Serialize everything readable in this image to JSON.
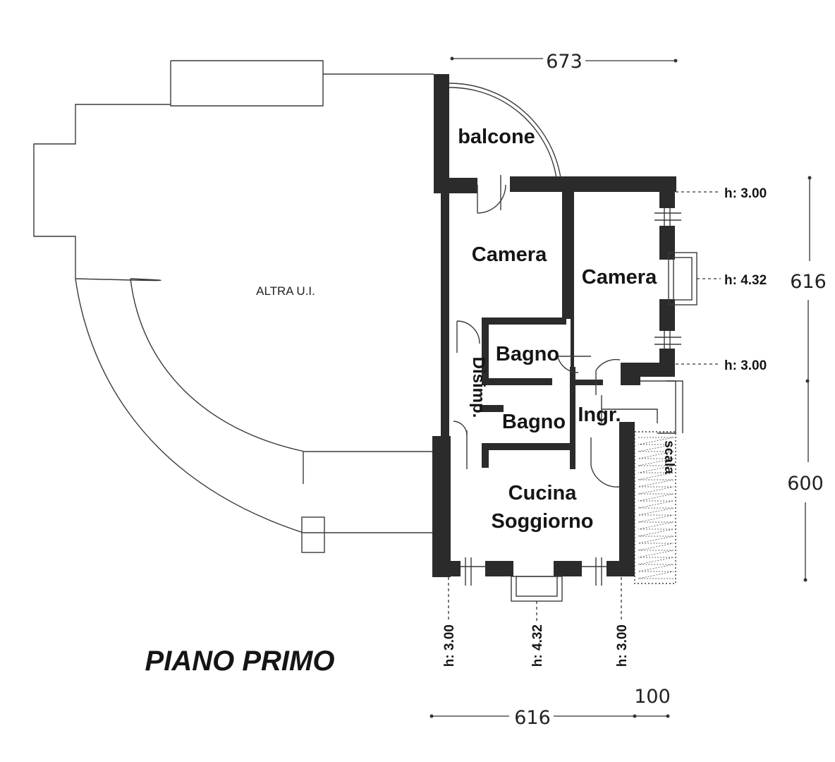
{
  "title": "PIANO PRIMO",
  "other_unit_label": "ALTRA U.I.",
  "rooms": {
    "balcony": "balcone",
    "bedroom_1": "Camera",
    "bedroom_2": "Camera",
    "bathroom_1": "Bagno",
    "bathroom_2": "Bagno",
    "hallway": "Disimp.",
    "entrance": "Ingr.",
    "kitchen_line1": "Cucina",
    "kitchen_line2": "Soggiorno",
    "stairs": "scala"
  },
  "dimensions": {
    "top_width": "673",
    "right_upper": "616",
    "right_lower": "600",
    "bottom_width": "616",
    "bottom_extra": "100"
  },
  "heights": {
    "right_top": "h: 3.00",
    "right_mid": "h: 4.32",
    "right_bottom": "h: 3.00",
    "bottom_left": "h: 3.00",
    "bottom_mid": "h: 4.32",
    "bottom_right": "h: 3.00"
  },
  "colors": {
    "wall": "#2b2b2b",
    "line": "#3a3a3a",
    "background": "#ffffff"
  }
}
